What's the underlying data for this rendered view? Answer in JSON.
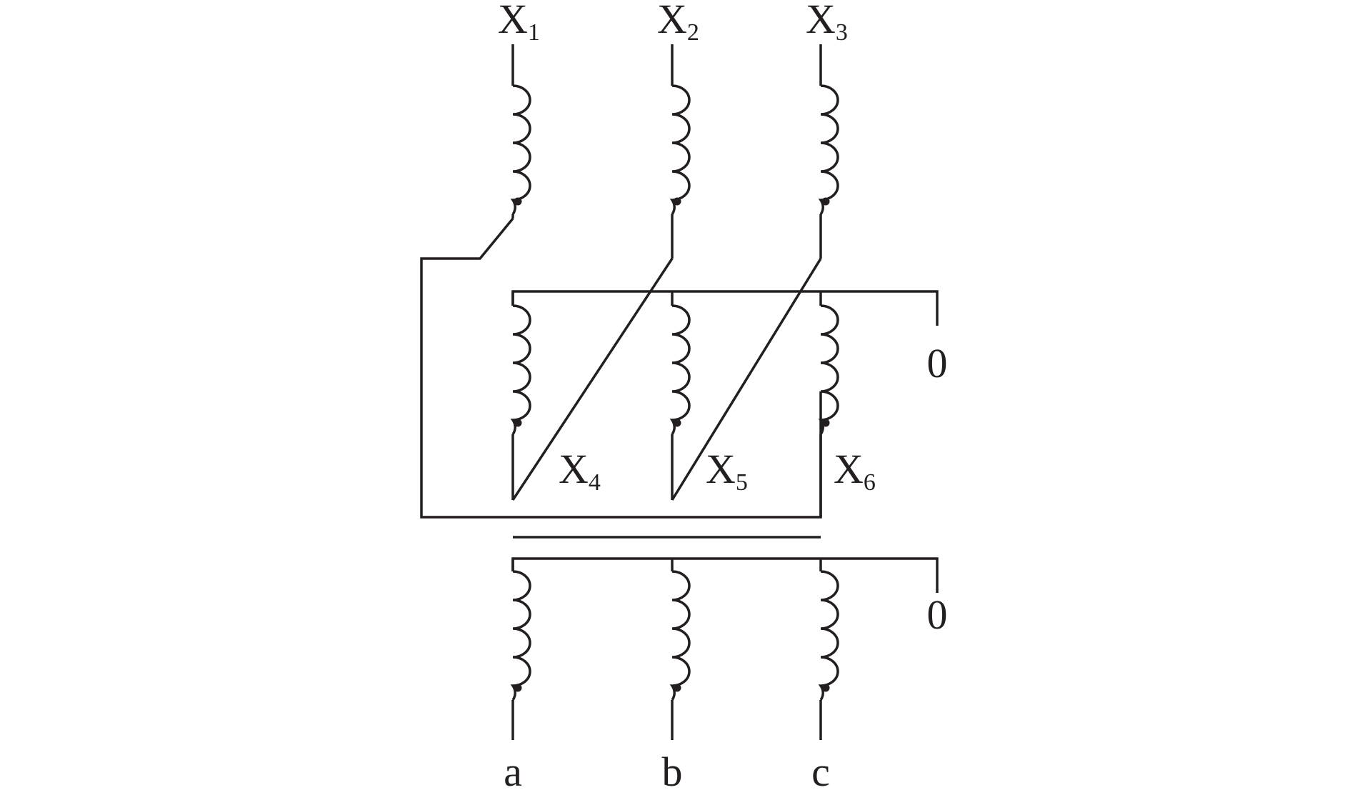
{
  "diagram": {
    "colors": {
      "line": "#231f20",
      "background": "#ffffff"
    },
    "labels": {
      "x1": {
        "main": "X",
        "sub": "1"
      },
      "x2": {
        "main": "X",
        "sub": "2"
      },
      "x3": {
        "main": "X",
        "sub": "3"
      },
      "x4": {
        "main": "X",
        "sub": "4"
      },
      "x5": {
        "main": "X",
        "sub": "5"
      },
      "x6": {
        "main": "X",
        "sub": "6"
      },
      "neutral_middle": "0",
      "neutral_lower": "0",
      "a": "a",
      "b": "b",
      "c": "c"
    }
  }
}
